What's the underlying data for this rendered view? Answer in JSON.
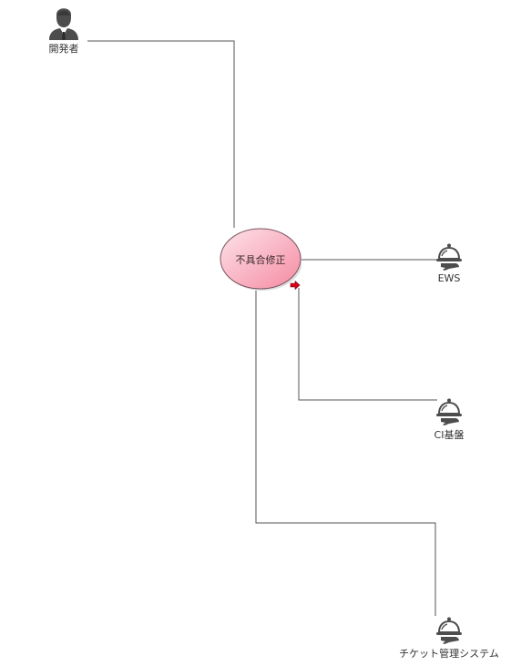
{
  "diagram": {
    "use_case": {
      "label": "不具合修正",
      "fill_light": "#fde3ea",
      "fill_dark": "#f58ba2",
      "stroke": "#7a5560"
    },
    "actors": [
      {
        "id": "developer",
        "label": "開発者",
        "icon": "person-icon"
      },
      {
        "id": "ews",
        "label": "EWS",
        "icon": "service-bell-icon"
      },
      {
        "id": "ci",
        "label": "CI基盤",
        "icon": "service-bell-icon"
      },
      {
        "id": "ticket",
        "label": "チケット管理システム",
        "icon": "service-bell-icon"
      }
    ],
    "colors": {
      "line": "#555555",
      "icon": "#4d4d4d",
      "marker": "#d9001b"
    }
  }
}
